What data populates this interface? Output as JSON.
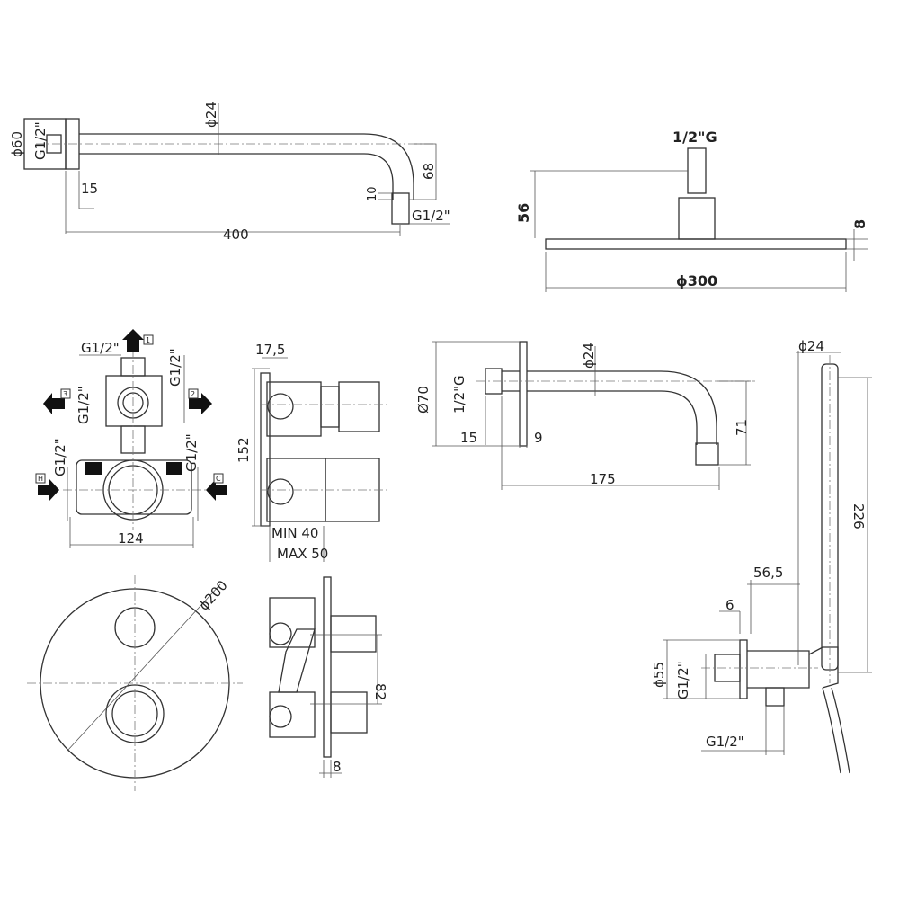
{
  "shower_arm_wall": {
    "d_flange": "ϕ60",
    "thread_in": "G1/2\"",
    "d_pipe": "ϕ24",
    "drop": "68",
    "nut": "10",
    "thread_out": "G1/2\"",
    "flange_depth": "15",
    "length": "400"
  },
  "shower_head": {
    "thread": "1/2\"G",
    "height": "56",
    "thickness": "8",
    "diameter": "ϕ300"
  },
  "shower_arm_short": {
    "d_flange": "Ø70",
    "thread": "1/2\"G",
    "d_pipe": "ϕ24",
    "depth": "15",
    "flange": "9",
    "drop": "71",
    "length": "175"
  },
  "valve_body": {
    "thread_top": "G1/2\"",
    "thread_right": "G1/2\"",
    "thread_left": "G1/2\"",
    "thread_h": "G1/2\"",
    "thread_c": "G1/2\"",
    "outlet_1": "1",
    "outlet_2": "2",
    "outlet_3": "3",
    "inlet_h": "H",
    "inlet_c": "C",
    "width": "124",
    "side_offset": "17,5",
    "height": "152",
    "min_depth": "MIN 40",
    "max_depth": "MAX 50"
  },
  "trim_plate": {
    "diameter": "ϕ200",
    "spacing": "82",
    "thickness": "8"
  },
  "hand_shower": {
    "d_handle": "ϕ24",
    "length": "226",
    "offset": "56,5",
    "plate": "6",
    "d_plate": "ϕ55",
    "thread_in": "G1/2\"",
    "thread_out": "G1/2\""
  }
}
